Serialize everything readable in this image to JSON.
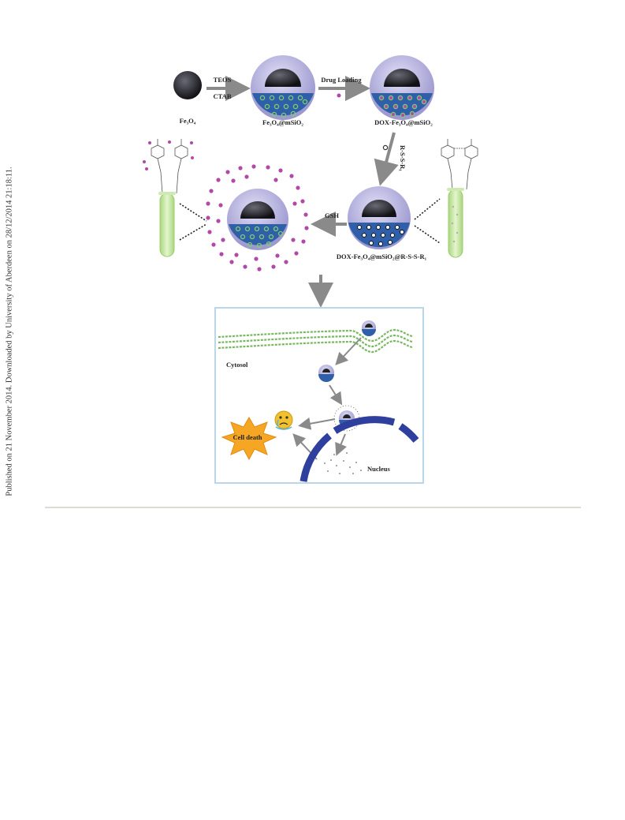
{
  "side_note": "Published on 21 November 2014. Downloaded by University of Aberdeen on 28/12/2014 21:18:11.",
  "labels": {
    "fe3o4": "Fe₃O₄",
    "teos": "TEOS",
    "ctab": "CTAB",
    "fe3o4_msio2": "Fe₃O₄@mSiO₂",
    "drug_loading": "Drug Loading",
    "dox_fe3o4_msio2": "DOX-Fe₃O₄@mSiO₂",
    "rssr": "R-S-S-R₁",
    "gsh": "GSH",
    "dox_full": "DOX-Fe₃O₄@mSiO₂@R-S-S-R₁",
    "cytosol": "Cytosol",
    "cell_death": "Cell death",
    "nucleus": "Nucleus"
  },
  "colors": {
    "shell": "#b9b6e0",
    "core": "#2a2a33",
    "mesoporous": "#2f5fa8",
    "pore": "#7fcf6a",
    "drug": "#b04aa6",
    "arrow": "#8a8a8a",
    "tube": "#bfe29a",
    "membrane": "#79b861",
    "nucleus": "#2f3f9e",
    "burst": "#f5a623",
    "panel_border": "#b9d7e8"
  }
}
